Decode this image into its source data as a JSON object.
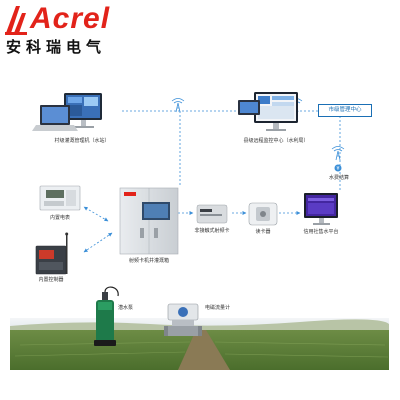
{
  "brand": {
    "logo_text": "Acrel",
    "logo_cn": "安科瑞电气",
    "logo_color": "#e2231a"
  },
  "labels": {
    "village_pc": "村级灌溉管理机（水站）",
    "county_center": "县级远程监控中心（水利局）",
    "city_center": "市级管理中心",
    "water_fee": "水费结算",
    "cabinet": "射频卡机井灌溉箱",
    "smart_meter": "内置电表",
    "controller": "内置控制器",
    "rf_card": "非接触式射频卡",
    "card_reader": "读卡器",
    "platform": "信用社售水平台",
    "pump": "潜水泵",
    "flowmeter": "电磁流量计"
  },
  "colors": {
    "link": "#3b8fd8",
    "accent": "#1a6fb5"
  }
}
